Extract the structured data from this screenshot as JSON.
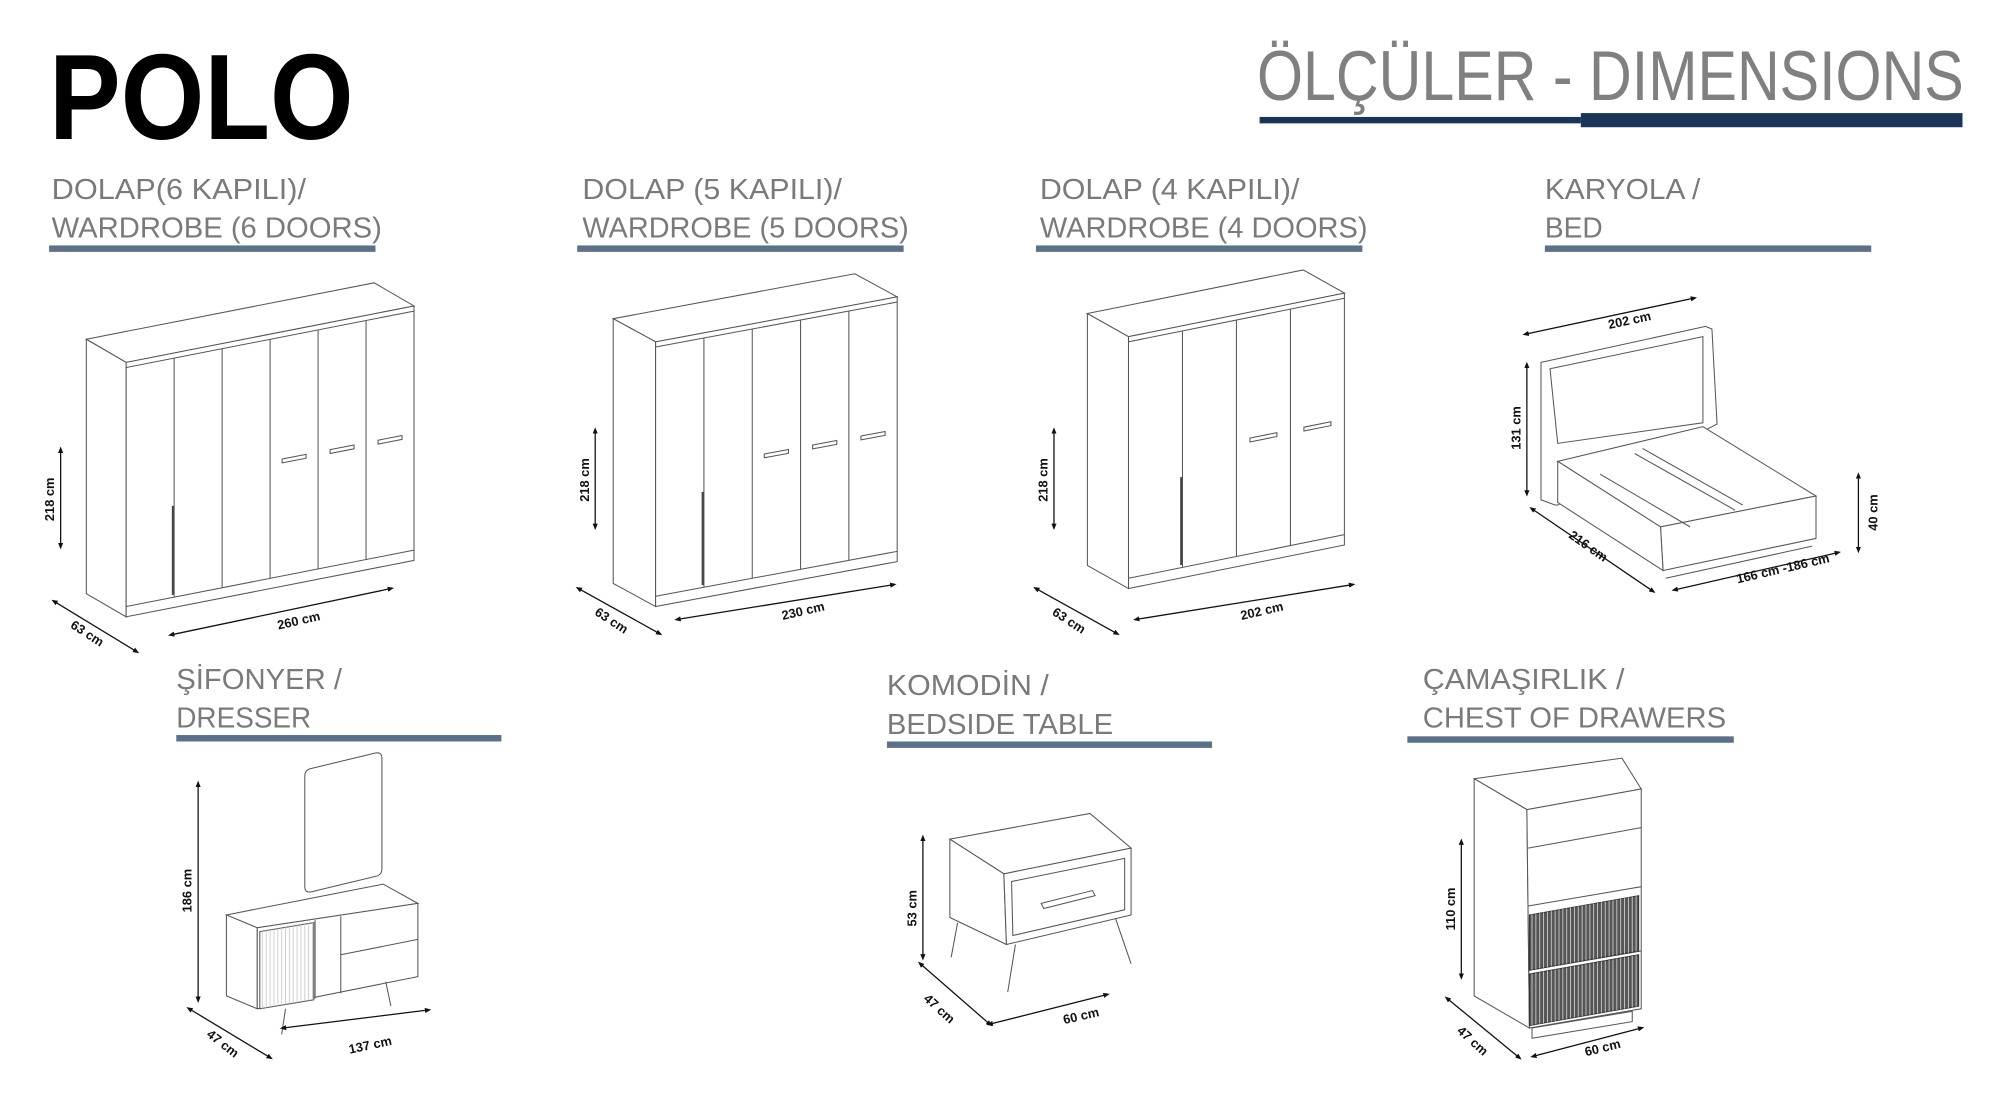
{
  "brand": "POLO",
  "title": "ÖLÇÜLER - DIMENSIONS",
  "colors": {
    "accent_bar": "#5b7089",
    "title_underline": "#1a3558",
    "heading_text": "#7a7a7a"
  },
  "sections": {
    "wardrobe6": {
      "line1": "DOLAP(6 KAPILI)/",
      "line2": "WARDROBE (6 DOORS)",
      "height": "218 cm",
      "depth": "63 cm",
      "width": "260 cm"
    },
    "wardrobe5": {
      "line1": "DOLAP (5 KAPILI)/",
      "line2": "WARDROBE (5 DOORS)",
      "height": "218 cm",
      "depth": "63 cm",
      "width": "230 cm"
    },
    "wardrobe4": {
      "line1": "DOLAP (4 KAPILI)/",
      "line2": "WARDROBE (4 DOORS)",
      "height": "218 cm",
      "depth": "63 cm",
      "width": "202 cm"
    },
    "bed": {
      "line1": "KARYOLA /",
      "line2": "BED",
      "width": "202 cm",
      "height": "131 cm",
      "base_height": "40 cm",
      "length": "216 cm",
      "mattress": "166 cm -186 cm"
    },
    "dresser": {
      "line1": "ŞİFONYER /",
      "line2": "DRESSER",
      "height": "186 cm",
      "depth": "47 cm",
      "width": "137 cm"
    },
    "bedside": {
      "line1": "KOMODİN /",
      "line2": "BEDSIDE TABLE",
      "height": "53 cm",
      "depth": "47 cm",
      "width": "60 cm"
    },
    "chest": {
      "line1": "ÇAMAŞIRLIK /",
      "line2": "CHEST OF DRAWERS",
      "height": "110 cm",
      "depth": "47 cm",
      "width": "60 cm"
    }
  }
}
